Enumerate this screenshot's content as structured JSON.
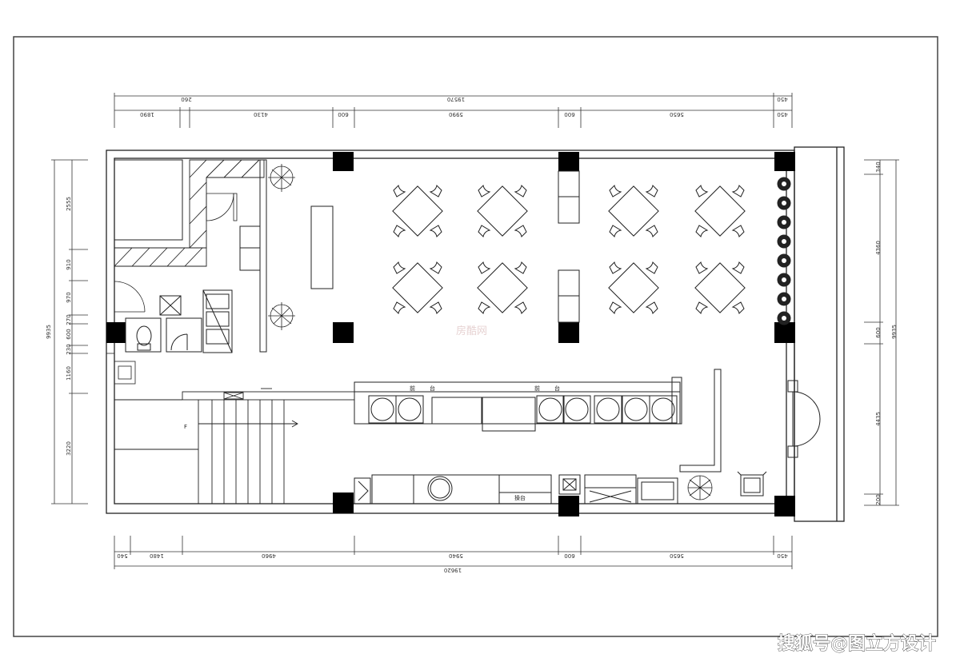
{
  "dims": {
    "top_total": "19570",
    "top_partial": "260",
    "top_right_small": "450",
    "top_segments": [
      "1890",
      "4130",
      "600",
      "5990",
      "600",
      "5650",
      "450"
    ],
    "bottom_segments": [
      "540",
      "1480",
      "4960",
      "5940",
      "600",
      "5650",
      "450"
    ],
    "bottom_total": "19620",
    "left_total": "9935",
    "left_segments": [
      "2555",
      "910",
      "970",
      "270",
      "600",
      "230",
      "1160",
      "3220"
    ],
    "right_total": "9935",
    "right_segments": [
      "340",
      "4360",
      "600",
      "4435",
      "200"
    ]
  },
  "labels": {
    "counter_label_1": "前台",
    "counter_label_2": "前台",
    "cabinet_label": "操台",
    "stair_mark": "F"
  },
  "watermark": "房酷网",
  "credit": "搜狐号@图立方设计"
}
